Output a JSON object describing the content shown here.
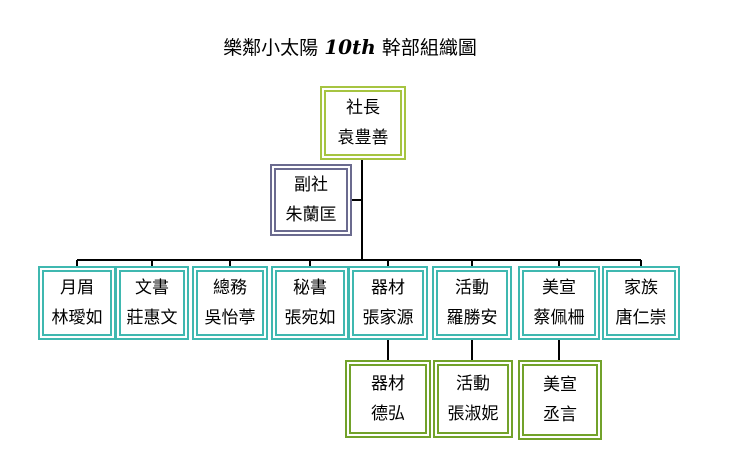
{
  "title": {
    "before": "樂鄰小太陽",
    "number": "10th",
    "after": "幹部組織圖"
  },
  "colors": {
    "president_border": "#a6c441",
    "vice_border": "#6b6b8f",
    "officer_border": "#3fb8b0",
    "assistant_border": "#72a22a",
    "connector": "#000000"
  },
  "president": {
    "role": "社長",
    "name": "袁豊善"
  },
  "vice": {
    "role": "副社",
    "name": "朱蘭匡"
  },
  "officers": [
    {
      "role": "月眉",
      "name": "林璦如"
    },
    {
      "role": "文書",
      "name": "莊惠文"
    },
    {
      "role": "總務",
      "name": "吳怡葶"
    },
    {
      "role": "秘書",
      "name": "張宛如"
    },
    {
      "role": "器材",
      "name": "張家源"
    },
    {
      "role": "活動",
      "name": "羅勝安"
    },
    {
      "role": "美宣",
      "name": "蔡佩柵"
    },
    {
      "role": "家族",
      "name": "唐仁崇"
    }
  ],
  "assistants": [
    {
      "role": "器材",
      "name": "德弘"
    },
    {
      "role": "活動",
      "name": "張淑妮"
    },
    {
      "role": "美宣",
      "name": "丞言"
    }
  ]
}
